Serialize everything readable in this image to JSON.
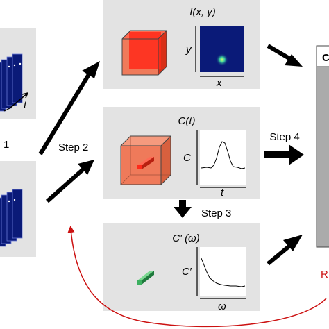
{
  "panels": {
    "image": {
      "title": "I(x, y)",
      "x_axis": "x",
      "y_axis": "y"
    },
    "time": {
      "title": "C(t)",
      "y_axis": "C",
      "x_axis": "t"
    },
    "freq": {
      "title": "C′ (ω)",
      "y_axis": "C′",
      "x_axis": "ω"
    }
  },
  "steps": {
    "step2": "Step 2",
    "step3": "Step 3",
    "step4": "Step 4"
  },
  "left_stacks": {
    "top_axis_label": "t",
    "top_number": "1"
  },
  "right_edge": {
    "box_letter": "C",
    "red_text": "R"
  },
  "colors": {
    "panel_bg": "#e3e3e3",
    "dark_blue": "#0a1a78",
    "cube_red": "#ff2a1a",
    "cube_orange": "#ef7a5a",
    "rod_green": "#3cb060",
    "feedback_red": "#cc1111"
  }
}
